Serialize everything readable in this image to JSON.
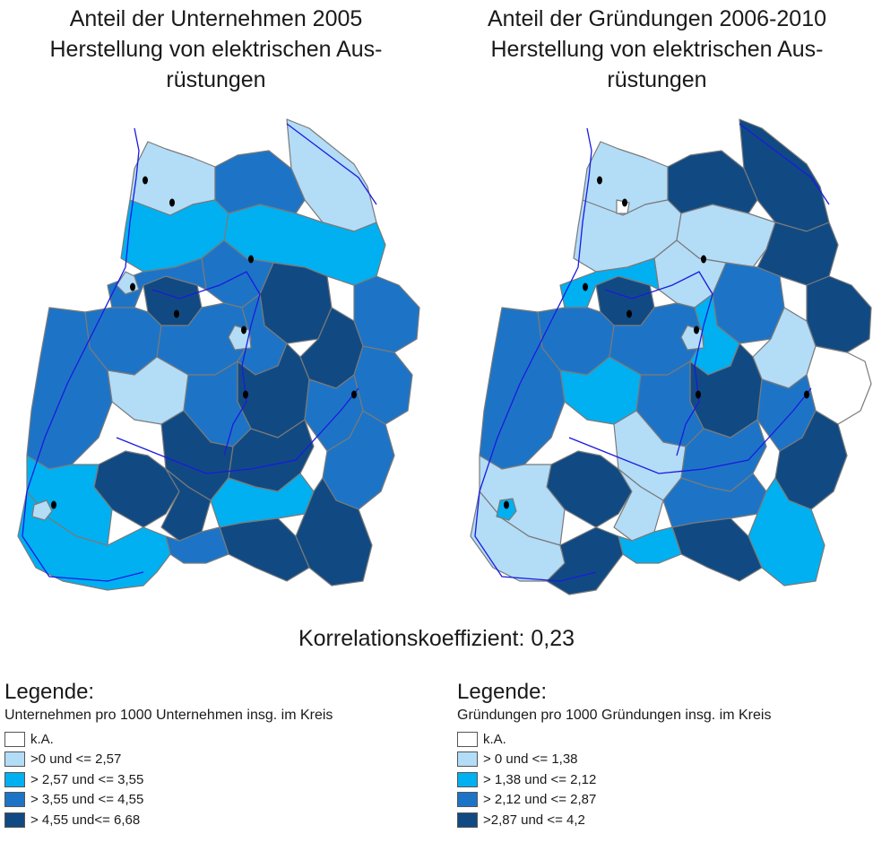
{
  "left": {
    "title": "Anteil der Unternehmen 2005\nHerstellung von elektrischen Aus-\nrüstungen",
    "legend": {
      "heading": "Legende:",
      "subtitle": "Unternehmen pro 1000 Unternehmen insg. im Kreis",
      "items": [
        {
          "label": "k.A.",
          "color": "#ffffff"
        },
        {
          "label": ">0 und <= 2,57",
          "color": "#b3dcf7"
        },
        {
          "label": "> 2,57 und <= 3,55",
          "color": "#00b0f0"
        },
        {
          "label": "> 3,55 und <= 4,55",
          "color": "#1d74c6"
        },
        {
          "label": "> 4,55 und<= 6,68",
          "color": "#114a82"
        }
      ]
    }
  },
  "right": {
    "title": "Anteil der Gründungen 2006-2010\nHerstellung von elektrischen Aus-\nrüstungen",
    "legend": {
      "heading": "Legende:",
      "subtitle": "Gründungen pro 1000 Gründungen insg. im Kreis",
      "items": [
        {
          "label": "k.A.",
          "color": "#ffffff"
        },
        {
          "label": "> 0 und <= 1,38",
          "color": "#b3dcf7"
        },
        {
          "label": "> 1,38 und <= 2,12",
          "color": "#00b0f0"
        },
        {
          "label": "> 2,12 und <= 2,87",
          "color": "#1d74c6"
        },
        {
          "label": ">2,87 und <= 4,2",
          "color": "#114a82"
        }
      ]
    }
  },
  "correlation": "Korrelationskoeffizient: 0,23",
  "colors": {
    "district_border": "#7a7a7a",
    "river": "#1a1ae0",
    "city_marker": "#000000"
  }
}
